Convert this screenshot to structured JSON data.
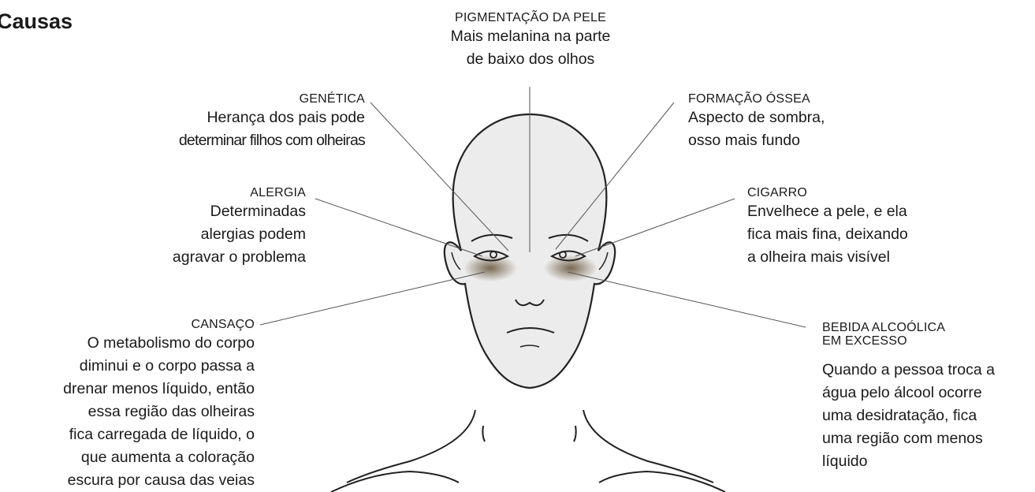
{
  "title": "Causas",
  "causes": {
    "pigmentacao": {
      "heading": "PIGMENTAÇÃO DA PELE",
      "body": [
        "Mais melanina na parte",
        "de baixo dos olhos"
      ]
    },
    "genetica": {
      "heading": "GENÉTICA",
      "body": [
        "Herança dos pais pode",
        "determinar filhos com olheiras"
      ]
    },
    "alergia": {
      "heading": "ALERGIA",
      "body": [
        "Determinadas",
        "alergias podem",
        "agravar o problema"
      ]
    },
    "cansaco": {
      "heading": "CANSAÇO",
      "body": [
        "O metabolismo do corpo",
        "diminui e o corpo passa a",
        "drenar menos líquido, então",
        "essa região das olheiras",
        "fica carregada de líquido, o",
        "que aumenta a coloração",
        "escura por causa das veias"
      ]
    },
    "formacao_ossea": {
      "heading": "FORMAÇÃO ÓSSEA",
      "body": [
        "Aspecto de sombra,",
        "osso mais fundo"
      ]
    },
    "cigarro": {
      "heading": "CIGARRO",
      "body": [
        "Envelhece a pele, e ela",
        "fica mais fina, deixando",
        "a olheira mais visível"
      ]
    },
    "bebida": {
      "heading": [
        "BEBIDA ALCOÓLICA",
        "EM EXCESSO"
      ],
      "body": [
        "Quando a pessoa troca a",
        "água pelo álcool ocorre",
        "uma desidratação, fica",
        "uma região com menos",
        "líquido"
      ]
    }
  },
  "colors": {
    "line": "#555555",
    "face": "#eaeaea",
    "shadow": "#6b5a40"
  }
}
